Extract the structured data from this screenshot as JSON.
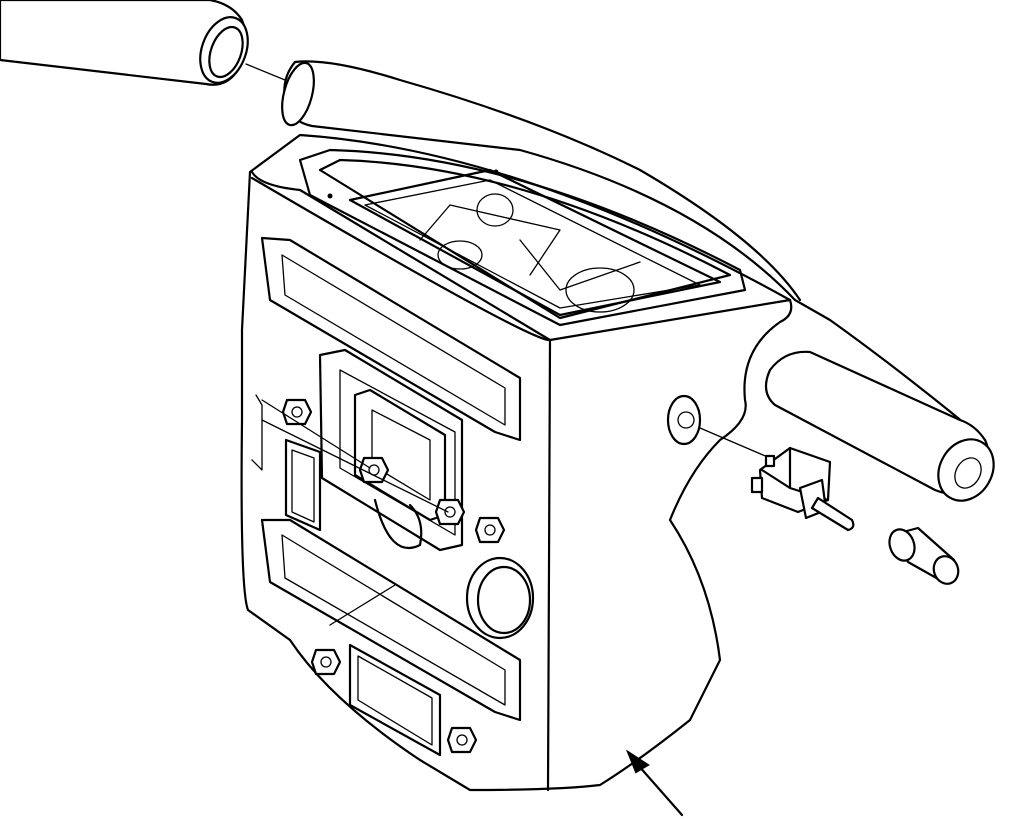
{
  "figure": {
    "components": [
      "grip-sleeve",
      "handle-bar",
      "control-housing",
      "toggle-switch",
      "switch-boot",
      "pointer-arrow"
    ]
  }
}
